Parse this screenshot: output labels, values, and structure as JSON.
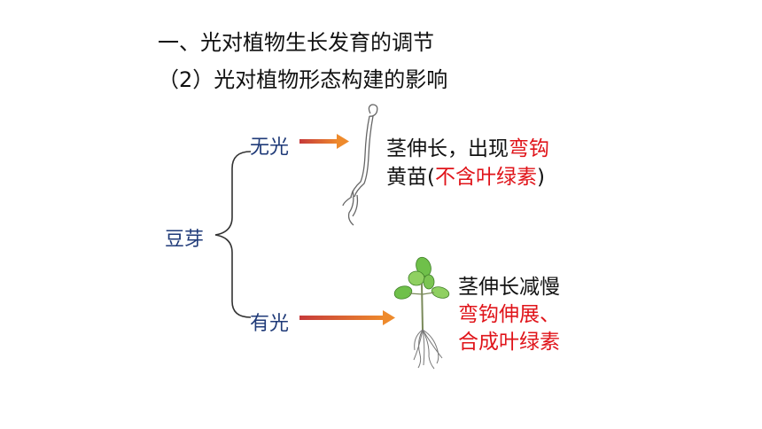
{
  "title": "一、光对植物生长发育的调节",
  "subtitle": "（2）光对植物形态构建的影响",
  "root_label": "豆芽",
  "branches": [
    {
      "condition": "无光",
      "lines": [
        [
          {
            "text": "茎伸长，出现",
            "red": false
          },
          {
            "text": "弯钩",
            "red": true
          }
        ],
        [
          {
            "text": "黄苗(",
            "red": false
          },
          {
            "text": "不含叶绿素",
            "red": true
          },
          {
            "text": ")",
            "red": false
          }
        ]
      ]
    },
    {
      "condition": "有光",
      "lines": [
        [
          {
            "text": "茎伸长减慢",
            "red": false
          }
        ],
        [
          {
            "text": "弯钩伸展、",
            "red": true
          }
        ],
        [
          {
            "text": "合成叶绿素",
            "red": true
          }
        ]
      ]
    }
  ],
  "colors": {
    "arrow_start": "#c63a3a",
    "arrow_end": "#ee8a2c",
    "highlight": "#e0141a",
    "label": "#1f3a78"
  }
}
